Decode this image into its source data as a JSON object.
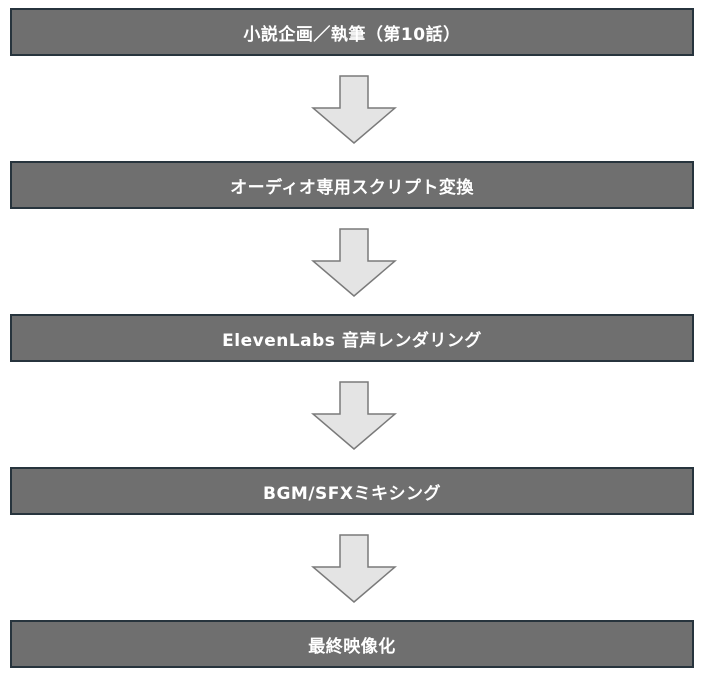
{
  "flow": {
    "steps": [
      {
        "label": "小説企画／執筆（第10話）"
      },
      {
        "label": "オーディオ専用スクリプト変換"
      },
      {
        "label": "ElevenLabs 音声レンダリング"
      },
      {
        "label": "BGM/SFXミキシング"
      },
      {
        "label": "最終映像化"
      }
    ]
  },
  "colors": {
    "box_fill": "#6f6f6f",
    "box_border": "#27343d",
    "box_text": "#ffffff",
    "arrow_fill": "#e4e4e4",
    "arrow_stroke": "#7a7a7a"
  }
}
